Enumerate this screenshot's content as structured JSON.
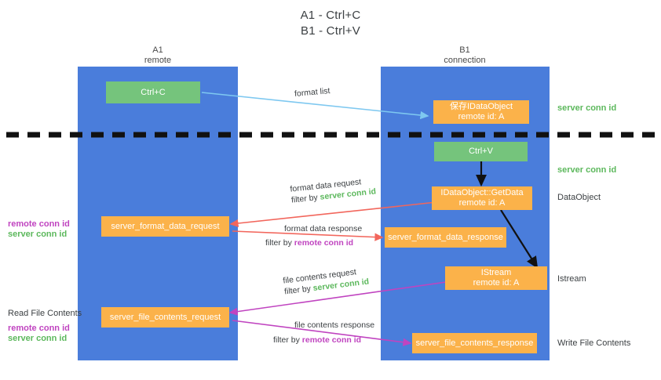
{
  "title": {
    "line1": "A1 - Ctrl+C",
    "line2": "B1 - Ctrl+V"
  },
  "columns": [
    {
      "name": "A1",
      "role": "remote"
    },
    {
      "name": "B1",
      "role": "connection"
    }
  ],
  "nodes": {
    "ctrl_c": {
      "label": "Ctrl+C"
    },
    "ctrl_v": {
      "label": "Ctrl+V"
    },
    "save_idataobject": {
      "label": "保存IDataObject",
      "sub": "remote id: A"
    },
    "getdata": {
      "label": "IDataObject::GetData",
      "sub": "remote id: A"
    },
    "istream": {
      "label": "IStream",
      "sub": "remote id: A"
    },
    "server_format_data_request": {
      "label": "server_format_data_request"
    },
    "server_format_data_response": {
      "label": "server_format_data_response"
    },
    "server_file_contents_request": {
      "label": "server_file_contents_request"
    },
    "server_file_contents_response": {
      "label": "server_file_contents_response"
    }
  },
  "edges": {
    "format_list": {
      "line1": "format list"
    },
    "format_data_request": {
      "line1": "format data request",
      "filter_prefix": "filter by ",
      "filter_key": "server conn id"
    },
    "format_data_response": {
      "line1": "format data response",
      "filter_prefix": "filter by ",
      "filter_key": "remote conn id"
    },
    "file_contents_request": {
      "line1": "file contents request",
      "filter_prefix": "filter by ",
      "filter_key": "server conn id"
    },
    "file_contents_response": {
      "line1": "file contents response",
      "filter_prefix": "filter by ",
      "filter_key": "remote conn id"
    }
  },
  "annotations": {
    "server_conn_id_top": "server conn id",
    "server_conn_id_second": "server conn id",
    "dataobject": "DataObject",
    "istream": "Istream",
    "write_file_contents": "Write File Contents",
    "read_file_contents": "Read File Contents",
    "left_mid_remote": "remote conn id",
    "left_mid_server": "server conn id",
    "left_low_remote": "remote conn id",
    "left_low_server": "server conn id"
  },
  "colors": {
    "lane": "#4a7ddb",
    "green_node": "#75c47c",
    "orange_node": "#fbb24a",
    "server_conn_id": "#5cb85c",
    "remote_conn_id": "#c044c0",
    "divider": "#111111",
    "arrow_blue": "#7ec8f0",
    "arrow_red": "#f2665c",
    "arrow_magenta": "#c044c0",
    "arrow_black": "#111111"
  }
}
